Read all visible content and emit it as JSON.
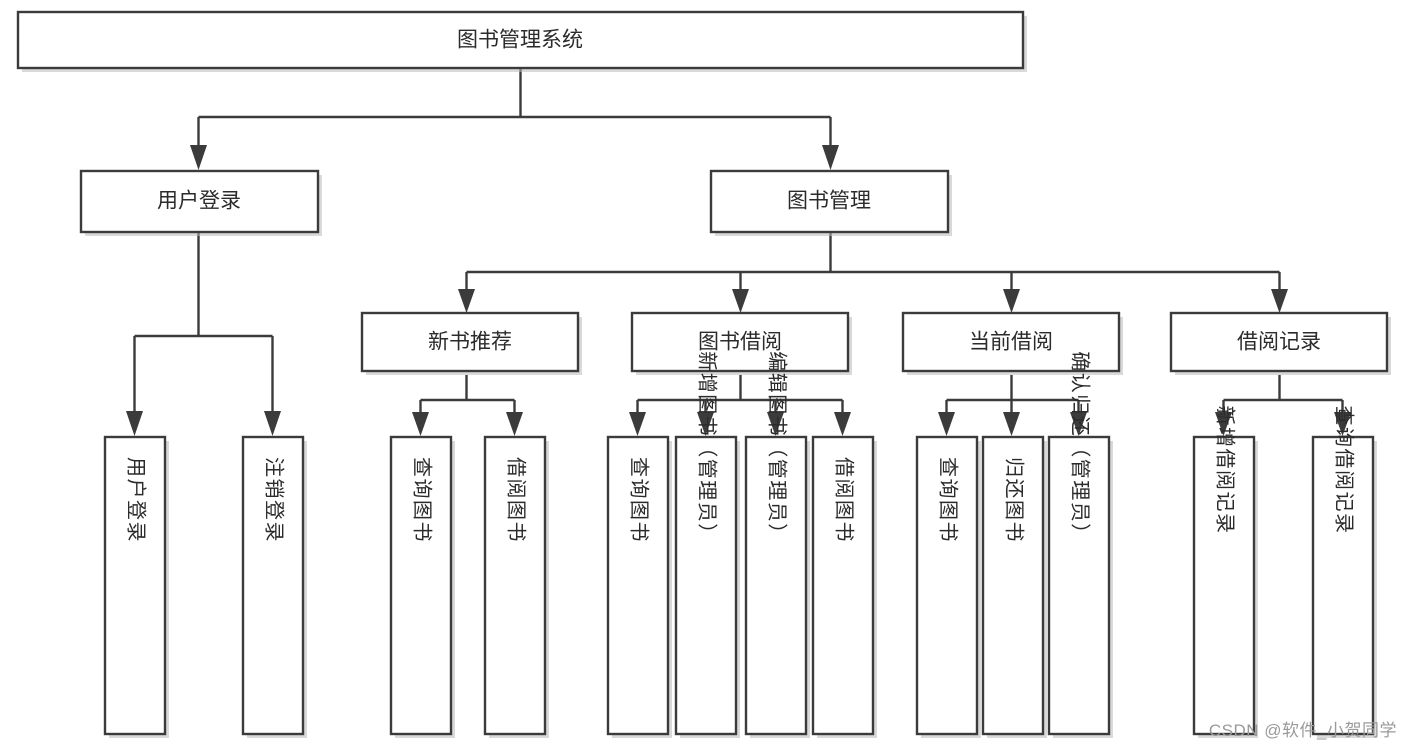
{
  "diagram": {
    "title": "图书管理系统",
    "type": "hierarchy-tree",
    "watermark": "CSDN @软件_小贺同学",
    "levels": [
      {
        "level": 1,
        "nodes": [
          {
            "id": "root",
            "label": "图书管理系统",
            "orientation": "horizontal"
          }
        ]
      },
      {
        "level": 2,
        "nodes": [
          {
            "id": "user-login",
            "label": "用户登录",
            "orientation": "horizontal",
            "parent": "root"
          },
          {
            "id": "book-manage",
            "label": "图书管理",
            "orientation": "horizontal",
            "parent": "root"
          }
        ]
      },
      {
        "level": 3,
        "nodes": [
          {
            "id": "new-book-rec",
            "label": "新书推荐",
            "orientation": "horizontal",
            "parent": "book-manage"
          },
          {
            "id": "book-borrow",
            "label": "图书借阅",
            "orientation": "horizontal",
            "parent": "book-manage"
          },
          {
            "id": "current-borrow",
            "label": "当前借阅",
            "orientation": "horizontal",
            "parent": "book-manage"
          },
          {
            "id": "borrow-record",
            "label": "借阅记录",
            "orientation": "horizontal",
            "parent": "book-manage"
          }
        ]
      },
      {
        "level": 4,
        "nodes": [
          {
            "id": "leaf-user-login",
            "label": "用户登录",
            "orientation": "vertical",
            "parent": "user-login"
          },
          {
            "id": "leaf-logout",
            "label": "注销登录",
            "orientation": "vertical",
            "parent": "user-login"
          },
          {
            "id": "leaf-query-book-1",
            "label": "查询图书",
            "orientation": "vertical",
            "parent": "new-book-rec"
          },
          {
            "id": "leaf-borrow-book-1",
            "label": "借阅图书",
            "orientation": "vertical",
            "parent": "new-book-rec"
          },
          {
            "id": "leaf-query-book-2",
            "label": "查询图书",
            "orientation": "vertical",
            "parent": "book-borrow"
          },
          {
            "id": "leaf-add-book",
            "label": "新增图书（管理员）",
            "orientation": "vertical",
            "parent": "book-borrow"
          },
          {
            "id": "leaf-edit-book",
            "label": "编辑图书（管理员）",
            "orientation": "vertical",
            "parent": "book-borrow"
          },
          {
            "id": "leaf-borrow-book-2",
            "label": "借阅图书",
            "orientation": "vertical",
            "parent": "book-borrow"
          },
          {
            "id": "leaf-query-book-3",
            "label": "查询图书",
            "orientation": "vertical",
            "parent": "current-borrow"
          },
          {
            "id": "leaf-return-book",
            "label": "归还图书",
            "orientation": "vertical",
            "parent": "current-borrow"
          },
          {
            "id": "leaf-confirm-return",
            "label": "确认归还（管理员）",
            "orientation": "vertical",
            "parent": "current-borrow"
          },
          {
            "id": "leaf-add-record",
            "label": "新增借阅记录",
            "orientation": "vertical",
            "parent": "borrow-record"
          },
          {
            "id": "leaf-query-record",
            "label": "查询借阅记录",
            "orientation": "vertical",
            "parent": "borrow-record"
          }
        ]
      }
    ],
    "colors": {
      "stroke": "#3b3b3b",
      "fill": "#ffffff",
      "text": "#2b2b2b",
      "watermark": "#9a9a9a",
      "background": "#ffffff"
    }
  }
}
